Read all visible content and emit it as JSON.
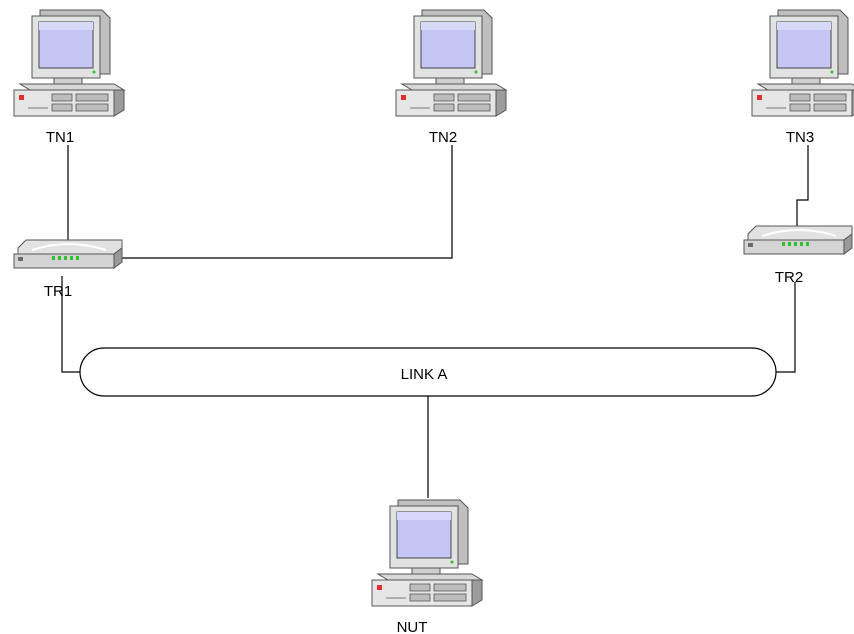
{
  "nodes": {
    "tn1": {
      "label": "TN1"
    },
    "tn2": {
      "label": "TN2"
    },
    "tn3": {
      "label": "TN3"
    },
    "nut": {
      "label": "NUT"
    }
  },
  "routers": {
    "tr1": {
      "label": "TR1"
    },
    "tr2": {
      "label": "TR2"
    }
  },
  "link": {
    "label": "LINK A"
  },
  "icons": {
    "host": "desktop-computer-icon",
    "router": "router-icon"
  },
  "colors": {
    "screen": "#c6c6f5",
    "screen_dark": "#8a8ad8",
    "case_light": "#e6e6e6",
    "case_mid": "#cfcfcf",
    "case_dark": "#8c8c8c",
    "power_led": "#e03030",
    "status_led": "#30c030"
  }
}
